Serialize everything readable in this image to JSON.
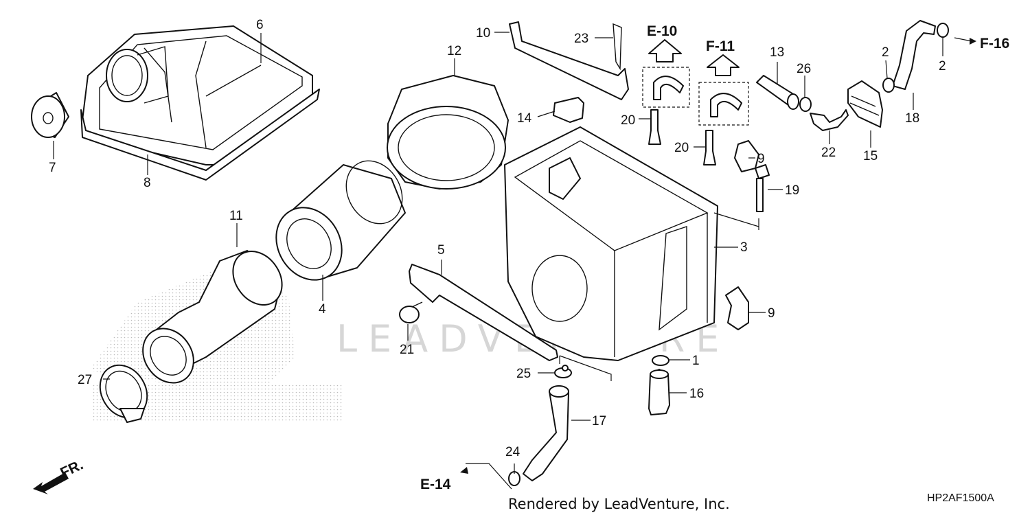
{
  "callouts": {
    "p1": "1",
    "p2a": "2",
    "p2b": "2",
    "p3": "3",
    "p4": "4",
    "p5": "5",
    "p6": "6",
    "p7": "7",
    "p8": "8",
    "p9a": "9",
    "p9b": "9",
    "p10": "10",
    "p11": "11",
    "p12": "12",
    "p13": "13",
    "p14": "14",
    "p15": "15",
    "p16": "16",
    "p17": "17",
    "p18": "18",
    "p19": "19",
    "p20a": "20",
    "p20b": "20",
    "p21": "21",
    "p22": "22",
    "p23": "23",
    "p24": "24",
    "p25": "25",
    "p26": "26",
    "p27": "27"
  },
  "references": {
    "e10": "E-10",
    "f11": "F-11",
    "f16": "F-16",
    "e14": "E-14"
  },
  "front_label": "FR.",
  "watermark": "LEADVENTURE",
  "footer_text": "Rendered by LeadVenture, Inc.",
  "diagram_code": "HP2AF1500A"
}
